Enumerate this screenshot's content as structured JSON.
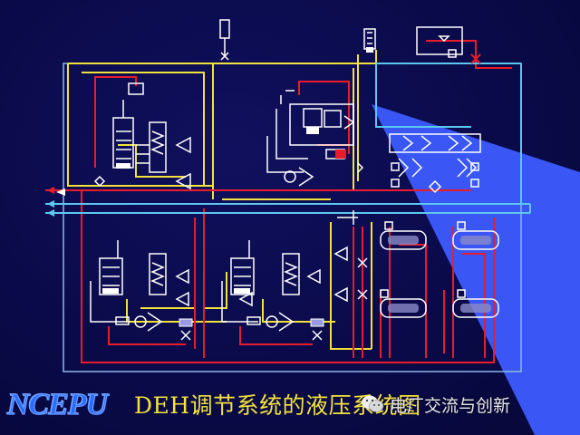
{
  "diagram": {
    "title": "DEH调节系统的液压系统图",
    "logo": "NCEPU",
    "watermark": "电厂交流与创新"
  },
  "colors": {
    "background": "#0a0a4a",
    "pressure_line": "#e81c2c",
    "return_line": "#f2e23a",
    "drain_line": "#5cc8f0",
    "component": "#ffffff",
    "accumulator_fill": "#8a8ac8",
    "logo": "#2b6cff",
    "title": "#f4e23a",
    "beam": "#3d5cff"
  }
}
